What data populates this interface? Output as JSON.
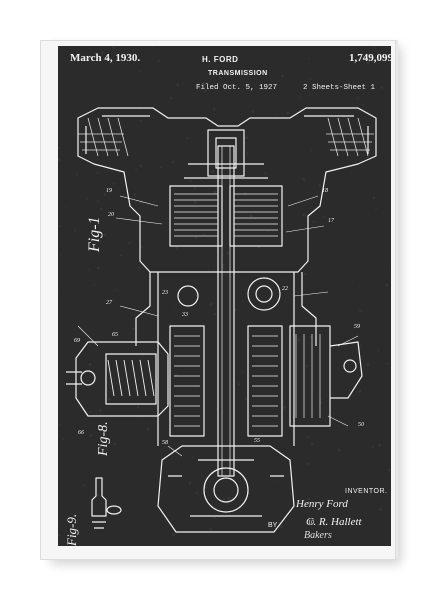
{
  "header": {
    "date": "March 4, 1930.",
    "inventor": "H. FORD",
    "patent_number": "1,749,099",
    "subject": "TRANSMISSION",
    "filed": "Filed Oct. 5, 1927",
    "sheets": "2 Sheets-Sheet  1"
  },
  "figures": {
    "fig1": "Fig-1",
    "fig8": "Fig-8.",
    "fig9": "Fig-9."
  },
  "signature": {
    "inventor_label": "INVENTOR.",
    "inventor_signature": "Henry Ford",
    "by_label": "BY",
    "attorney_signature": "C. R. Hallett",
    "attorney_line2": "Bakers"
  },
  "colors": {
    "chalkboard": "#2b2b2b",
    "linework": "#f2f2f2",
    "frame": "#f6f6f6"
  }
}
